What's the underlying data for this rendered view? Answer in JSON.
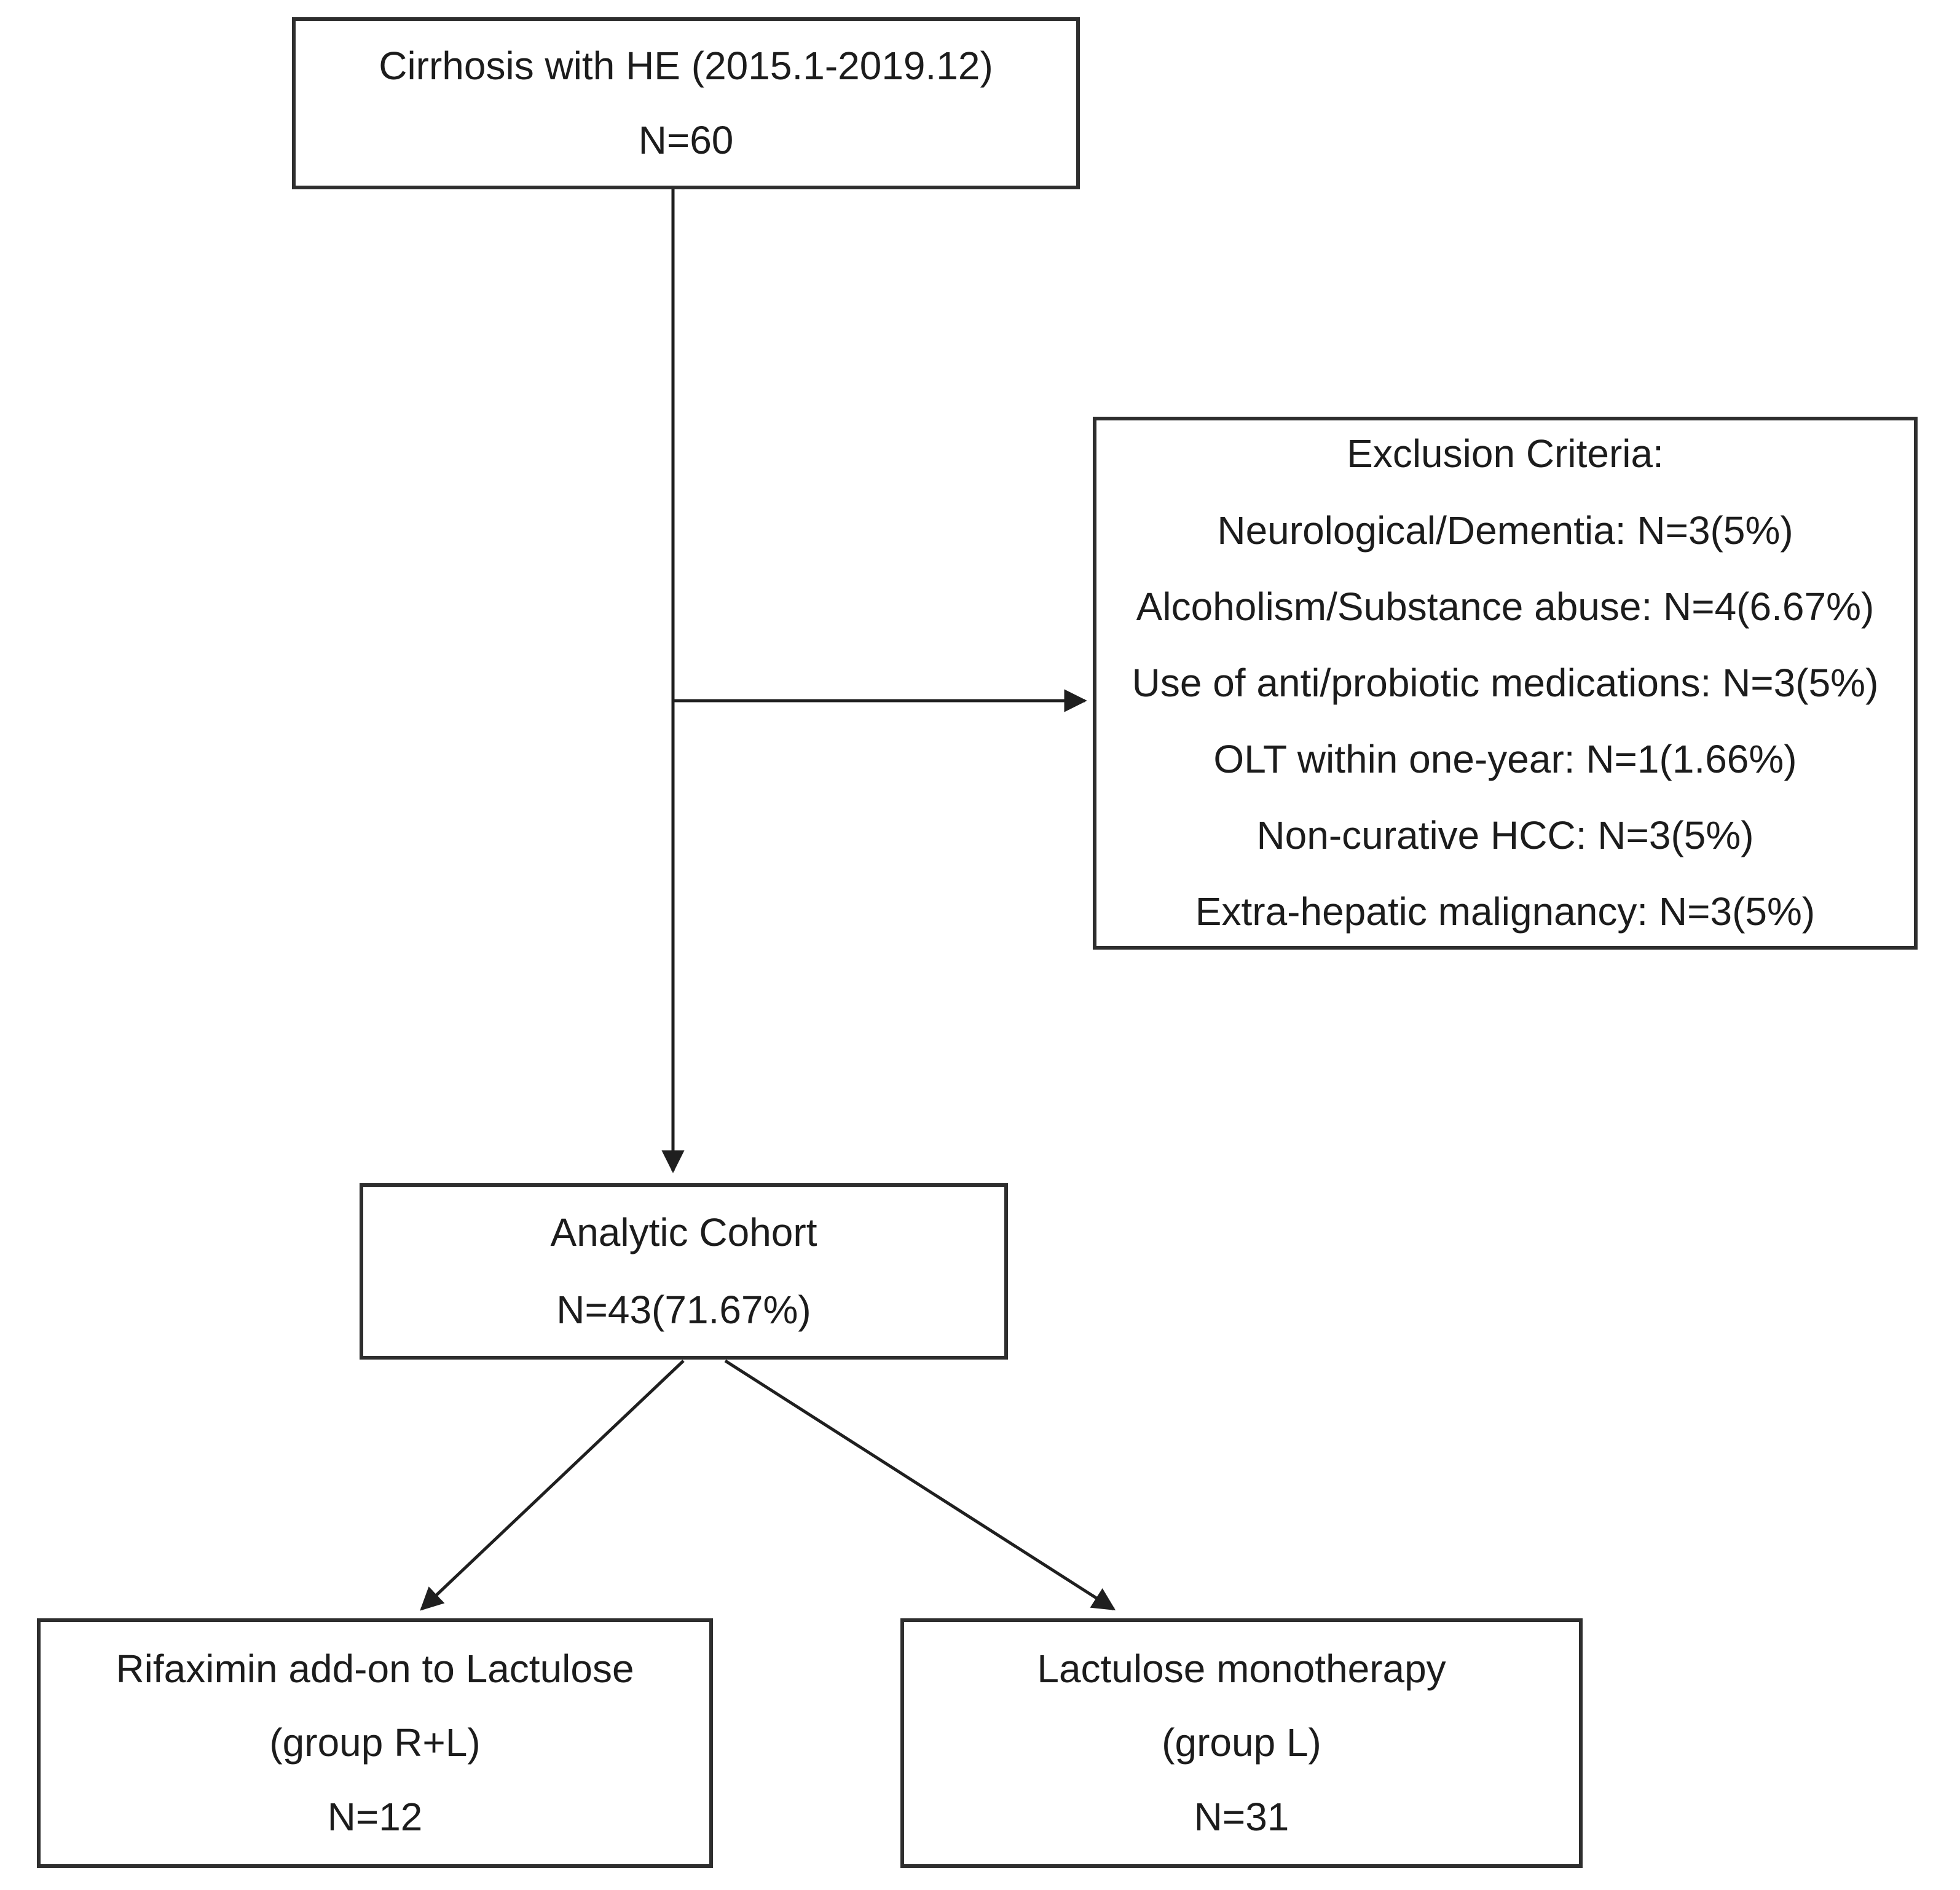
{
  "figure": {
    "type": "flow-diagram",
    "colors": {
      "background": "#ffffff",
      "box_border": "#2e2e2e",
      "text": "#1c1c1c",
      "arrow": "#1f1f1f"
    },
    "boxes": {
      "cohort": {
        "lines": [
          "Cirrhosis with HE (2015.1-2019.12)",
          "N=60"
        ]
      },
      "exclusion": {
        "lines": [
          "Exclusion Criteria:",
          "Neurological/Dementia: N=3(5%)",
          "Alcoholism/Substance abuse: N=4(6.67%)",
          "Use of anti/probiotic medications: N=3(5%)",
          "OLT within one-year: N=1(1.66%)",
          "Non-curative HCC: N=3(5%)",
          "Extra-hepatic malignancy: N=3(5%)"
        ]
      },
      "analytic": {
        "lines": [
          "Analytic Cohort",
          "N=43(71.67%)"
        ]
      },
      "group_rl": {
        "lines": [
          "Rifaximin add-on to Lactulose",
          "(group R+L)",
          "N=12"
        ]
      },
      "group_l": {
        "lines": [
          "Lactulose monotherapy",
          "(group L)",
          "N=31"
        ]
      }
    }
  }
}
